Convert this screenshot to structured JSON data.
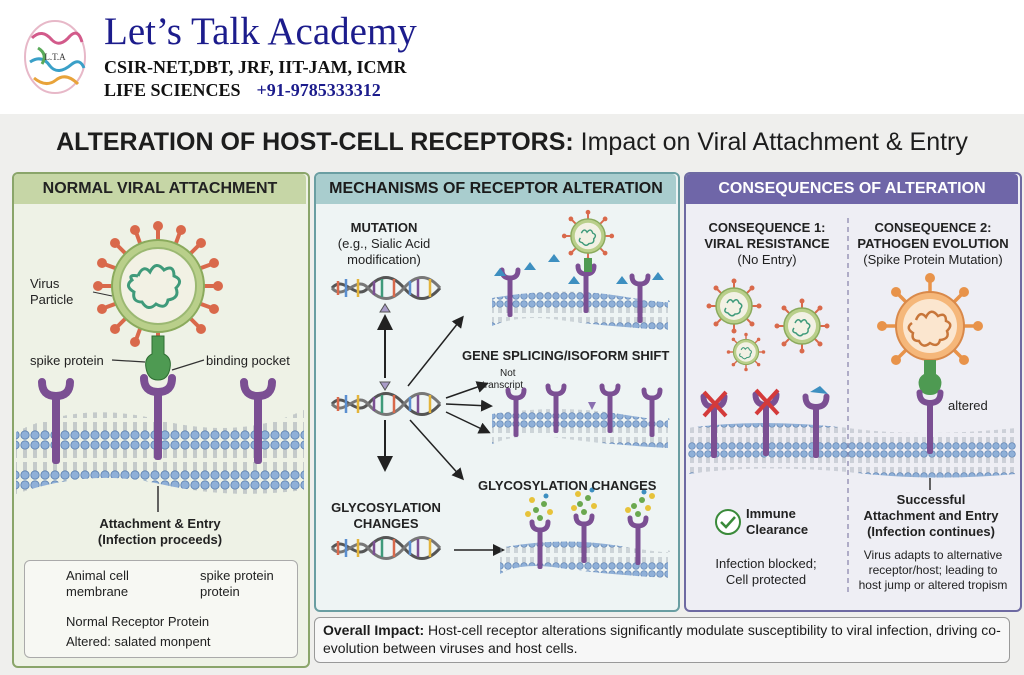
{
  "header": {
    "logo_text": "L.T.A",
    "brand": "Let’s Talk Academy",
    "exams": "CSIR-NET,DBT, JRF, IIT-JAM, ICMR",
    "subject": "LIFE SCIENCES",
    "phone": "+91-9785333312"
  },
  "title": {
    "bold": "ALTERATION OF HOST-CELL RECEPTORS:",
    "rest": " Impact on Viral Attachment & Entry"
  },
  "panel1": {
    "heading": "NORMAL VIRAL ATTACHMENT",
    "virus_label_1": "Virus",
    "virus_label_2": "Particle",
    "spike_label": "spike protein",
    "pocket_label": "binding pocket",
    "result_1": "Attachment & Entry",
    "result_2": "(Infection proceeds)",
    "legend": {
      "membrane_1": "Animal cell",
      "membrane_2": "membrane",
      "spike_1": "spike protein",
      "spike_2": "protein",
      "receptor": "Normal Receptor Protein",
      "altered": "Altered: salated monpent"
    }
  },
  "panel2": {
    "heading": "MECHANISMS OF RECEPTOR ALTERATION",
    "mutation": "MUTATION",
    "mutation_sub_1": "(e.g., Sialic Acid",
    "mutation_sub_2": "modification)",
    "splicing": "GENE SPLICING/ISOFORM SHIFT",
    "not_1": "Not",
    "not_2": "transcript",
    "glyco_right": "GLYCOSYLATION CHANGES",
    "glyco_left_1": "GLYCOSYLATION",
    "glyco_left_2": "CHANGES"
  },
  "panel3": {
    "heading": "CONSEQUENCES OF ALTERATION",
    "c1_title_1": "CONSEQUENCE 1:",
    "c1_title_2": "VIRAL RESISTANCE",
    "c1_sub": "(No Entry)",
    "c2_title_1": "CONSEQUENCE 2:",
    "c2_title_2": "PATHOGEN EVOLUTION",
    "c2_sub": "(Spike Protein Mutation)",
    "altered": "altered",
    "immune_1": "Immune",
    "immune_2": "Clearance",
    "blocked_1": "Infection blocked;",
    "blocked_2": "Cell protected",
    "success_1": "Successful",
    "success_2": "Attachment and Entry",
    "success_3": "(Infection continues)",
    "adapt_1": "Virus adapts to alternative",
    "adapt_2": "receptor/host; leading to",
    "adapt_3": "host jump or altered tropism"
  },
  "overall": {
    "label": "Overall Impact:",
    "text": " Host-cell receptor alterations significantly modulate susceptibility to viral infection, driving co-evolution between viruses and host cells."
  },
  "colors": {
    "virus_spike": "#d9694b",
    "receptor": "#7b4f93",
    "spike_green": "#4e9a52",
    "membrane_head": "#8fb0d8",
    "alt_virus": "#f0a060",
    "block": "#d43a3a"
  }
}
